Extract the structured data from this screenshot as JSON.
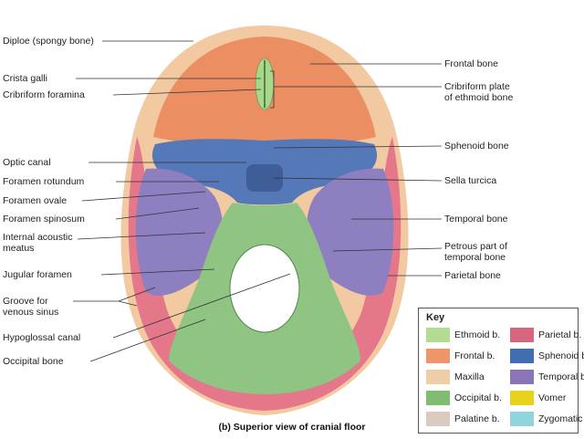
{
  "colors": {
    "diploe": "#f2c9a0",
    "frontal": "#eb8f63",
    "ethmoid": "#a9d68a",
    "sphenoid": "#5578b8",
    "temporal": "#8e7fc0",
    "parietal": "#e4788a",
    "occipital": "#8fc482",
    "lines": "#333333"
  },
  "labels_left": {
    "diploe": "Diploe (spongy bone)",
    "crista_galli": "Crista galli",
    "cribriform_foramina": "Cribriform foramina",
    "optic_canal": "Optic canal",
    "foramen_rotundum": "Foramen rotundum",
    "foramen_ovale": "Foramen ovale",
    "foramen_spinosum": "Foramen spinosum",
    "internal_acoustic_1": "Internal acoustic",
    "internal_acoustic_2": "meatus",
    "jugular_foramen": "Jugular foramen",
    "groove_1": "Groove for",
    "groove_2": "venous sinus",
    "hypoglossal_canal": "Hypoglossal canal",
    "occipital_bone": "Occipital bone"
  },
  "labels_right": {
    "frontal_bone": "Frontal bone",
    "cribriform_plate_1": "Cribriform plate",
    "cribriform_plate_2": "of ethmoid bone",
    "sphenoid_bone": "Sphenoid bone",
    "sella_turcica": "Sella turcica",
    "temporal_bone": "Temporal bone",
    "petrous_1": "Petrous part of",
    "petrous_2": "temporal bone",
    "parietal_bone": "Parietal bone"
  },
  "caption": "(b) Superior view of cranial floor",
  "key": {
    "title": "Key",
    "items": [
      {
        "label": "Ethmoid b.",
        "color": "#b2dc8f"
      },
      {
        "label": "Parietal b.",
        "color": "#d9667f"
      },
      {
        "label": "Frontal b.",
        "color": "#f0956a"
      },
      {
        "label": "Sphenoid b.",
        "color": "#3f6fb0"
      },
      {
        "label": "Maxilla",
        "color": "#efcda6"
      },
      {
        "label": "Temporal b.",
        "color": "#8a74b8"
      },
      {
        "label": "Occipital b.",
        "color": "#7fbd72"
      },
      {
        "label": "Vomer",
        "color": "#e8d31c"
      },
      {
        "label": "Palatine b.",
        "color": "#dccabf"
      },
      {
        "label": "Zygomatic b.",
        "color": "#8fd6dc"
      }
    ]
  }
}
